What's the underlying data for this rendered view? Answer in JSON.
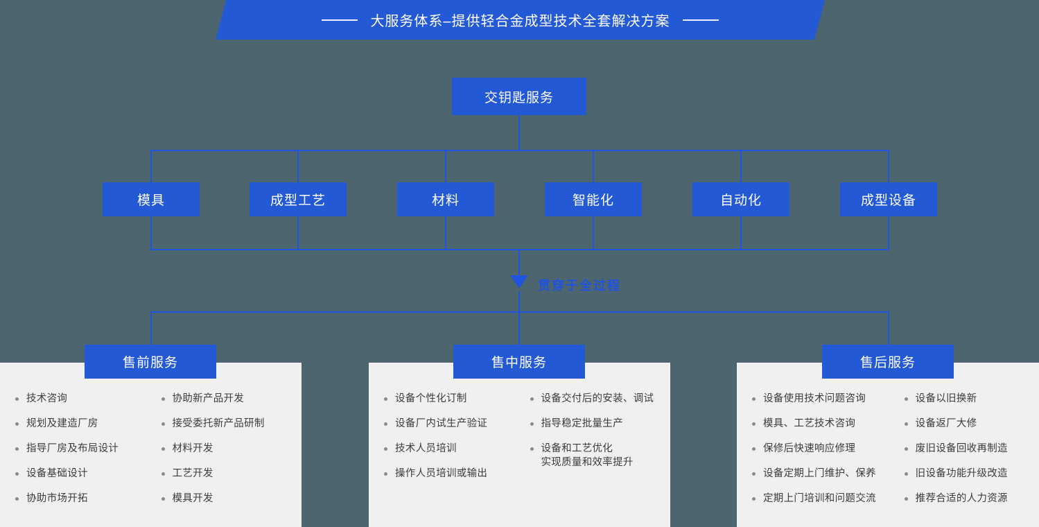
{
  "banner": {
    "title": "大服务体系–提供轻合金成型技术全套解决方案",
    "rule_left": "rule-left",
    "rule_right": "rule-right"
  },
  "hierarchy": {
    "root": {
      "label": "交钥匙服务"
    },
    "pillars": [
      {
        "label": "模具"
      },
      {
        "label": "成型工艺"
      },
      {
        "label": "材料"
      },
      {
        "label": "智能化"
      },
      {
        "label": "自动化"
      },
      {
        "label": "成型设备"
      }
    ],
    "connector": {
      "arrow_icon": "triangle-down-icon",
      "label": "贯穿于全过程"
    }
  },
  "services": [
    {
      "header": "售前服务",
      "left_items": [
        "技术咨询",
        "规划及建造厂房",
        "指导厂房及布局设计",
        "设备基础设计",
        "协助市场开拓"
      ],
      "right_items": [
        "协助新产品开发",
        "接受委托新产品研制",
        "材料开发",
        "工艺开发",
        "模具开发"
      ]
    },
    {
      "header": "售中服务",
      "left_items": [
        "设备个性化订制",
        "设备厂内试生产验证",
        "技术人员培训",
        "操作人员培训或输出"
      ],
      "right_items": [
        "设备交付后的安装、调试",
        "指导稳定批量生产",
        "设备和工艺优化"
      ],
      "right_items_extra": [
        "",
        "",
        "实现质量和效率提升"
      ]
    },
    {
      "header": "售后服务",
      "left_items": [
        "设备使用技术问题咨询",
        "模具、工艺技术咨询",
        "保修后快速响应修理",
        "设备定期上门维护、保养",
        "定期上门培训和问题交流"
      ],
      "right_items": [
        "设备以旧换新",
        "设备返厂大修",
        "废旧设备回收再制造",
        "旧设备功能升级改造",
        "推荐合适的人力资源"
      ]
    }
  ],
  "colors": {
    "background": "#4D656E",
    "accent_blue": "#2459D6",
    "line_blue": "#1F53E0",
    "card_bg": "#F0F0F0",
    "text_dark": "#3C3C3C"
  }
}
